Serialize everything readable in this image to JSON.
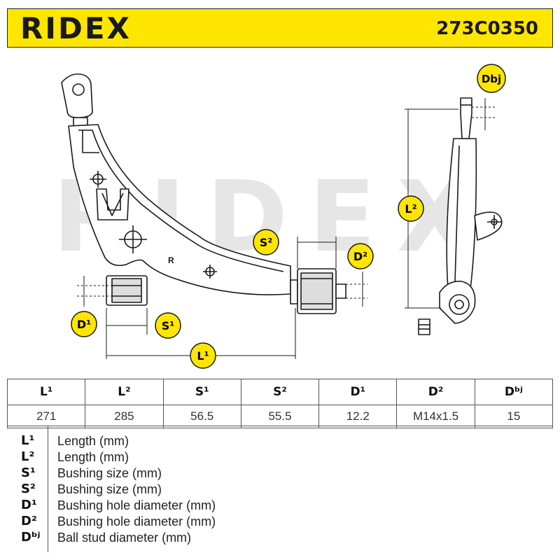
{
  "header": {
    "brand": "RIDEX",
    "part_number": "273C0350",
    "colors": {
      "banner": "#ffe600",
      "badge": "#ffe600",
      "text": "#1a1a1a"
    }
  },
  "diagram": {
    "watermark": "RIDEX",
    "stamp": "R",
    "labels": {
      "L1": "L¹",
      "L2": "L²",
      "S1": "S¹",
      "S2": "S²",
      "D1": "D¹",
      "D2": "D²",
      "Dbj": "Dbj"
    }
  },
  "specs": {
    "headers": [
      "L¹",
      "L²",
      "S¹",
      "S²",
      "D¹",
      "D²",
      "Dᵇʲ"
    ],
    "values": [
      "271",
      "285",
      "56.5",
      "55.5",
      "12.2",
      "M14x1.5",
      "15"
    ]
  },
  "legend": [
    {
      "key": "L¹",
      "desc": "Length (mm)"
    },
    {
      "key": "L²",
      "desc": "Length (mm)"
    },
    {
      "key": "S¹",
      "desc": "Bushing size (mm)"
    },
    {
      "key": "S²",
      "desc": "Bushing size (mm)"
    },
    {
      "key": "D¹",
      "desc": "Bushing hole diameter (mm)"
    },
    {
      "key": "D²",
      "desc": "Bushing hole diameter (mm)"
    },
    {
      "key": "Dᵇʲ",
      "desc": "Ball stud diameter (mm)"
    }
  ]
}
